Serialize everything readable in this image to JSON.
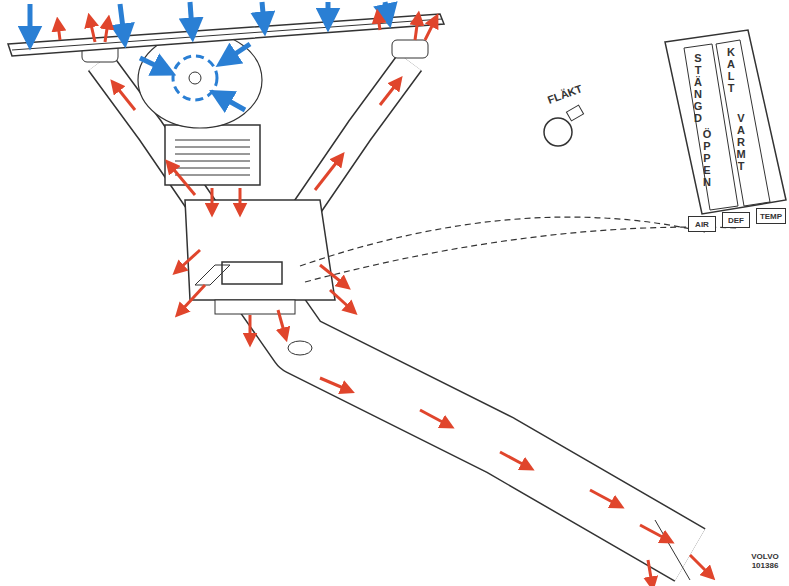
{
  "diagram": {
    "nodes": [
      {
        "text": [
          "AIR"
        ]
      },
      {
        "text": [
          "DEF"
        ]
      },
      {
        "text": [
          "TEMP"
        ]
      }
    ],
    "labels": [
      "FLÄKT",
      "STÄNGD",
      "ÖPPEN",
      "KALT",
      "VARMT",
      "VOLVO 101386"
    ]
  }
}
